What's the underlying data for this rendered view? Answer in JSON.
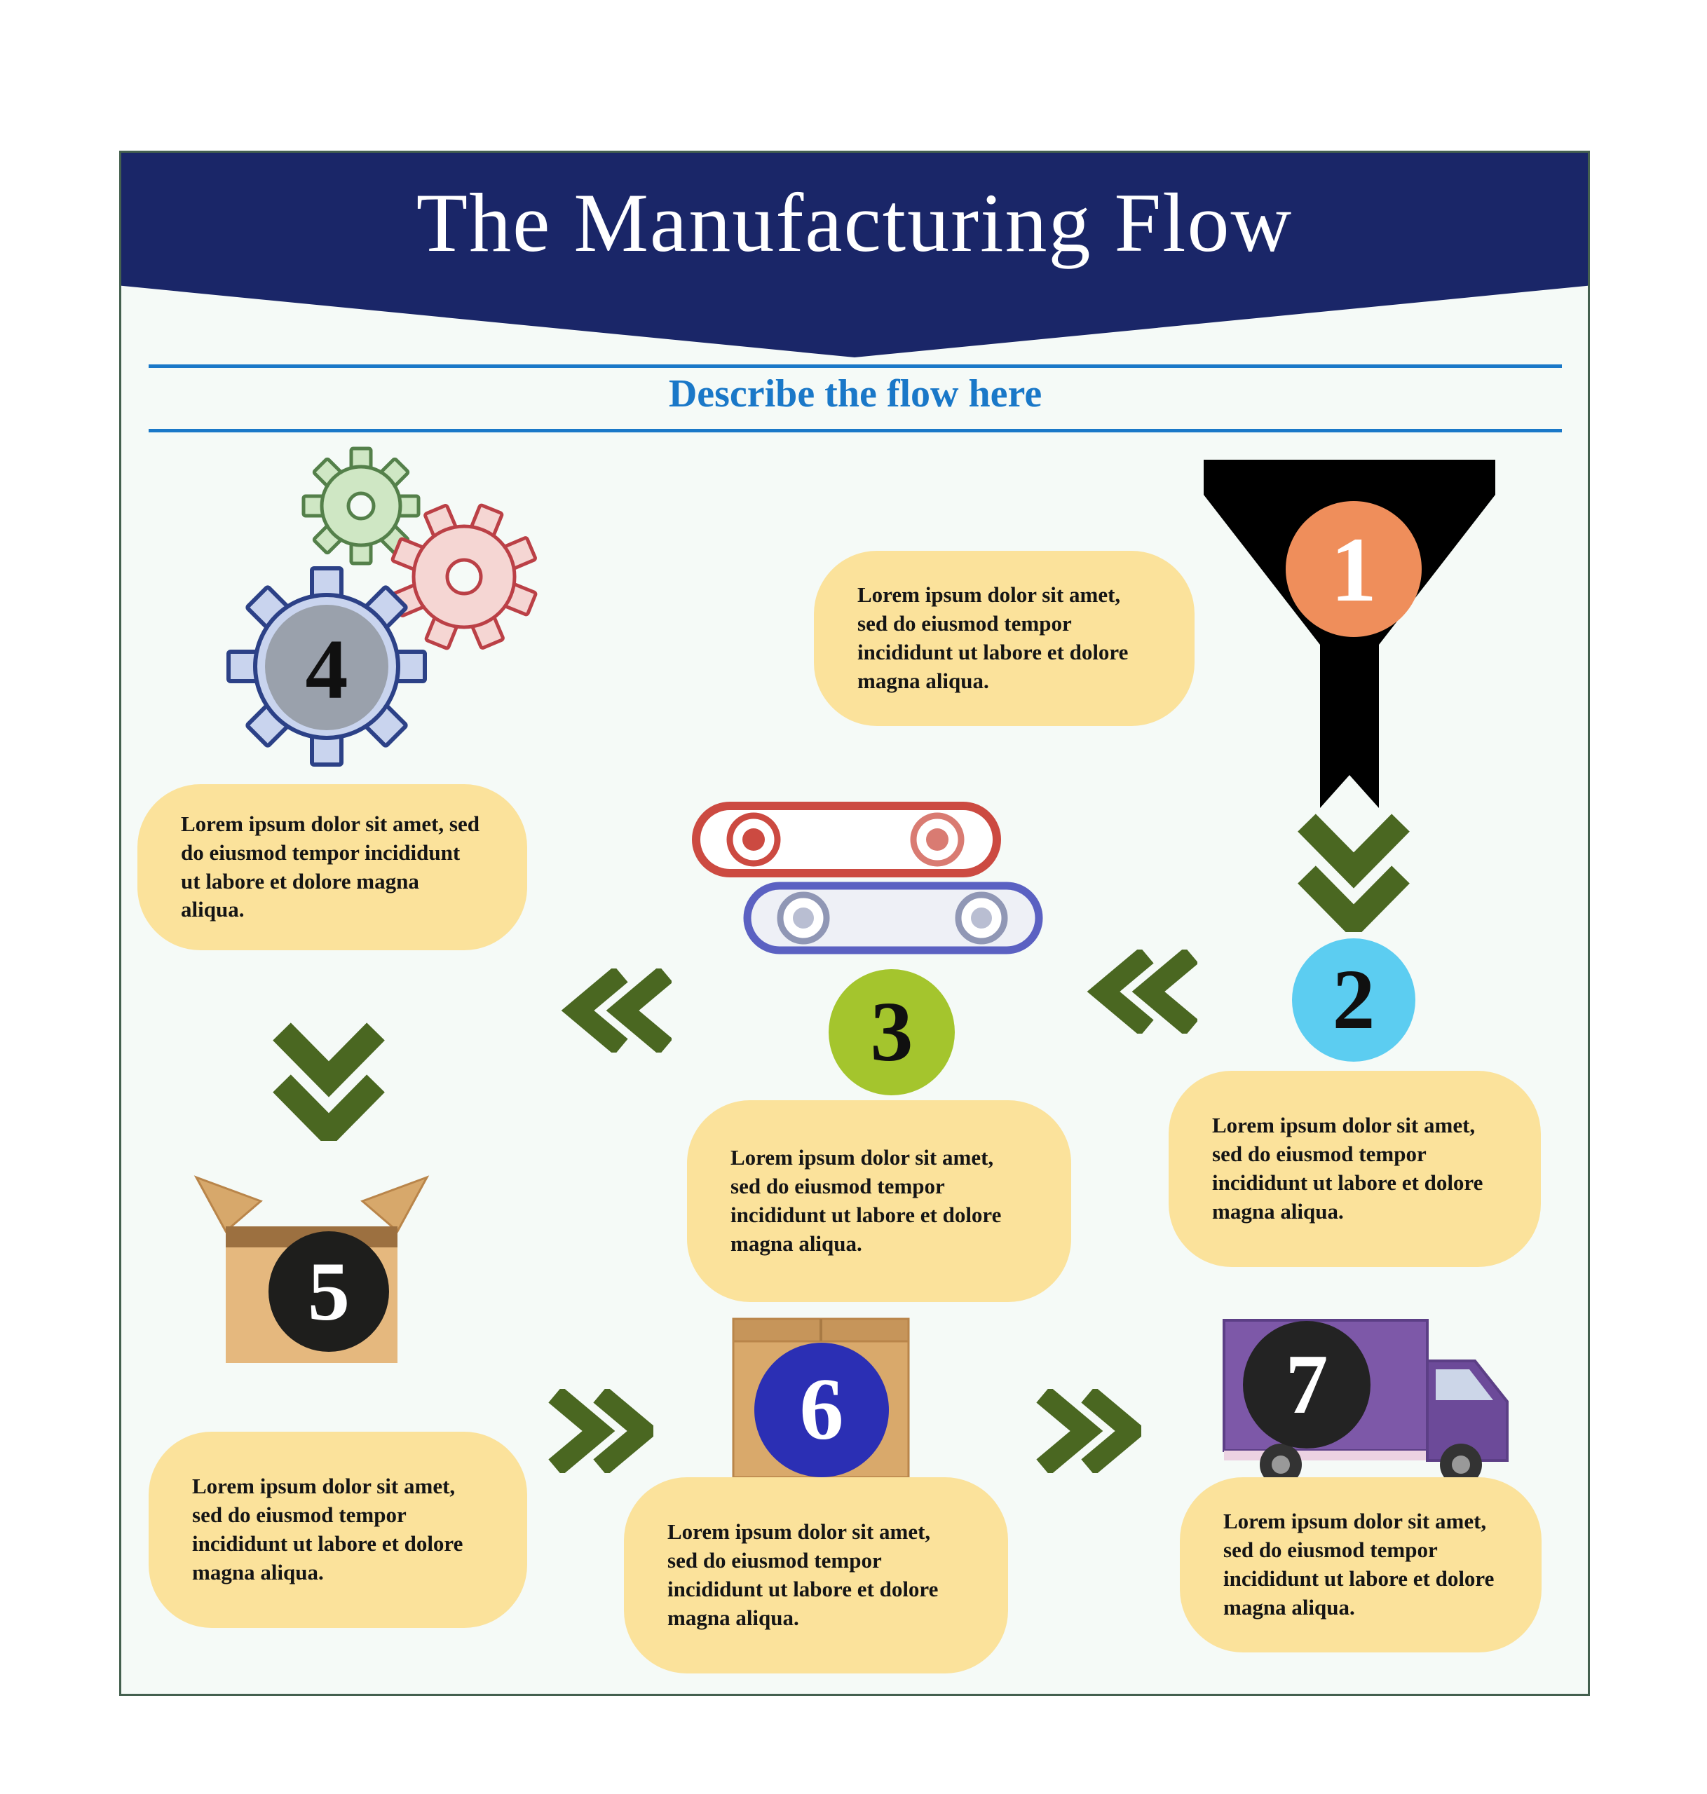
{
  "header": {
    "title": "The Manufacturing Flow"
  },
  "subtitle": "Describe the flow here",
  "steps": [
    {
      "number": "1",
      "icon": "funnel",
      "description": "Lorem ipsum dolor sit amet, sed do eiusmod tempor incididunt ut labore et dolore magna aliqua."
    },
    {
      "number": "2",
      "icon": "circle",
      "description": "Lorem ipsum dolor sit amet, sed do eiusmod tempor incididunt ut labore et dolore magna aliqua."
    },
    {
      "number": "3",
      "icon": "conveyor-belt",
      "description": "Lorem ipsum dolor sit amet, sed do eiusmod tempor incididunt ut labore et dolore magna aliqua."
    },
    {
      "number": "4",
      "icon": "gears",
      "description": "Lorem ipsum dolor sit amet, sed do eiusmod tempor incididunt ut labore et dolore magna aliqua."
    },
    {
      "number": "5",
      "icon": "open-box",
      "description": "Lorem ipsum dolor sit amet, sed do eiusmod tempor incididunt ut labore et dolore magna aliqua."
    },
    {
      "number": "6",
      "icon": "packed-box",
      "description": "Lorem ipsum dolor sit amet, sed do eiusmod tempor incididunt ut labore et dolore magna aliqua."
    },
    {
      "number": "7",
      "icon": "delivery-truck",
      "description": "Lorem ipsum dolor sit amet, sed do eiusmod tempor incididunt ut labore et dolore magna aliqua."
    }
  ],
  "colors": {
    "banner_navy": "#1a2668",
    "subtitle_blue": "#1a78c8",
    "bubble_yellow": "#fbe29b",
    "chevron_green": "#4a6721",
    "step1_orange": "#ef8e5b",
    "step2_cyan": "#5ccdf1",
    "step3_yellowgreen": "#a4c52d",
    "step4_gray": "#9aa1ac",
    "step5_black": "#1e1e1c",
    "step6_blue": "#2b2fb4",
    "step7_black": "#232323",
    "panel_bg": "#f5faf7"
  }
}
